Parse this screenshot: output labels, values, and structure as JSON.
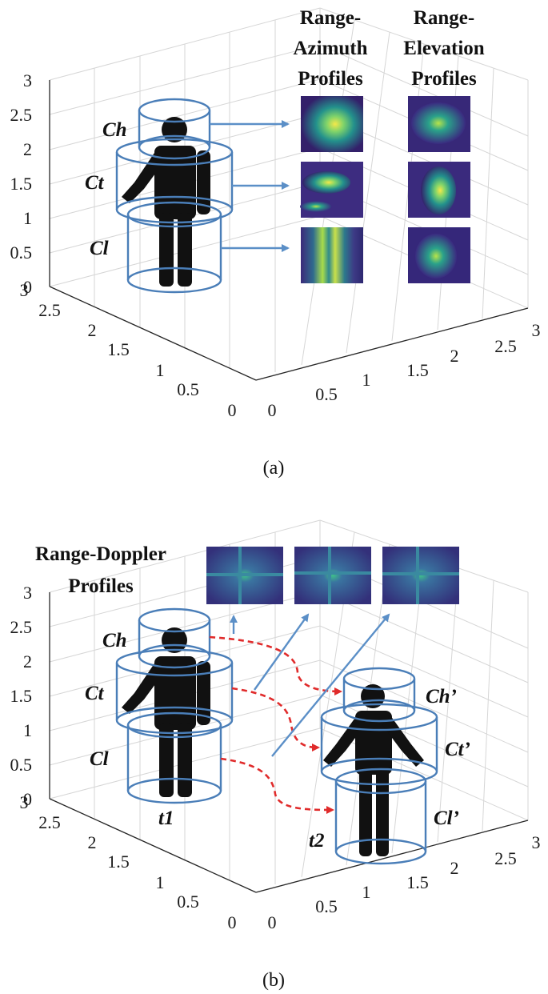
{
  "panel_a": {
    "caption": "(a)",
    "z_ticks": [
      "0",
      "0.5",
      "1",
      "1.5",
      "2",
      "2.5",
      "3"
    ],
    "left_ticks": [
      "0",
      "0.5",
      "1",
      "1.5",
      "2",
      "2.5",
      "3"
    ],
    "right_ticks": [
      "0",
      "0.5",
      "1",
      "1.5",
      "2",
      "2.5",
      "3"
    ],
    "heading_azimuth_1": "Range-",
    "heading_azimuth_2": "Azimuth",
    "heading_azimuth_3": "Profiles",
    "heading_elevation_1": "Range-",
    "heading_elevation_2": "Elevation",
    "heading_elevation_3": "Profiles",
    "label_ch": "Ch",
    "label_ct": "Ct",
    "label_cl": "Cl"
  },
  "panel_b": {
    "caption": "(b)",
    "z_ticks": [
      "0",
      "0.5",
      "1",
      "1.5",
      "2",
      "2.5",
      "3"
    ],
    "left_ticks": [
      "0",
      "0.5",
      "1",
      "1.5",
      "2",
      "2.5",
      "3"
    ],
    "right_ticks": [
      "0",
      "0.5",
      "1",
      "1.5",
      "2",
      "2.5",
      "3"
    ],
    "heading_doppler_1": "Range-Doppler",
    "heading_doppler_2": "Profiles",
    "label_ch": "Ch",
    "label_ct": "Ct",
    "label_cl": "Cl",
    "label_ch2": "Ch’",
    "label_ct2": "Ct’",
    "label_cl2": "Cl’",
    "label_t1": "t1",
    "label_t2": "t2"
  },
  "colors": {
    "cylinder": "#4a7eb8",
    "arrow": "#5b8fc7",
    "trajectory": "#e02b2b",
    "heatmap_bg": "#3b2a7a",
    "heatmap_hot": "#f4e84a"
  }
}
